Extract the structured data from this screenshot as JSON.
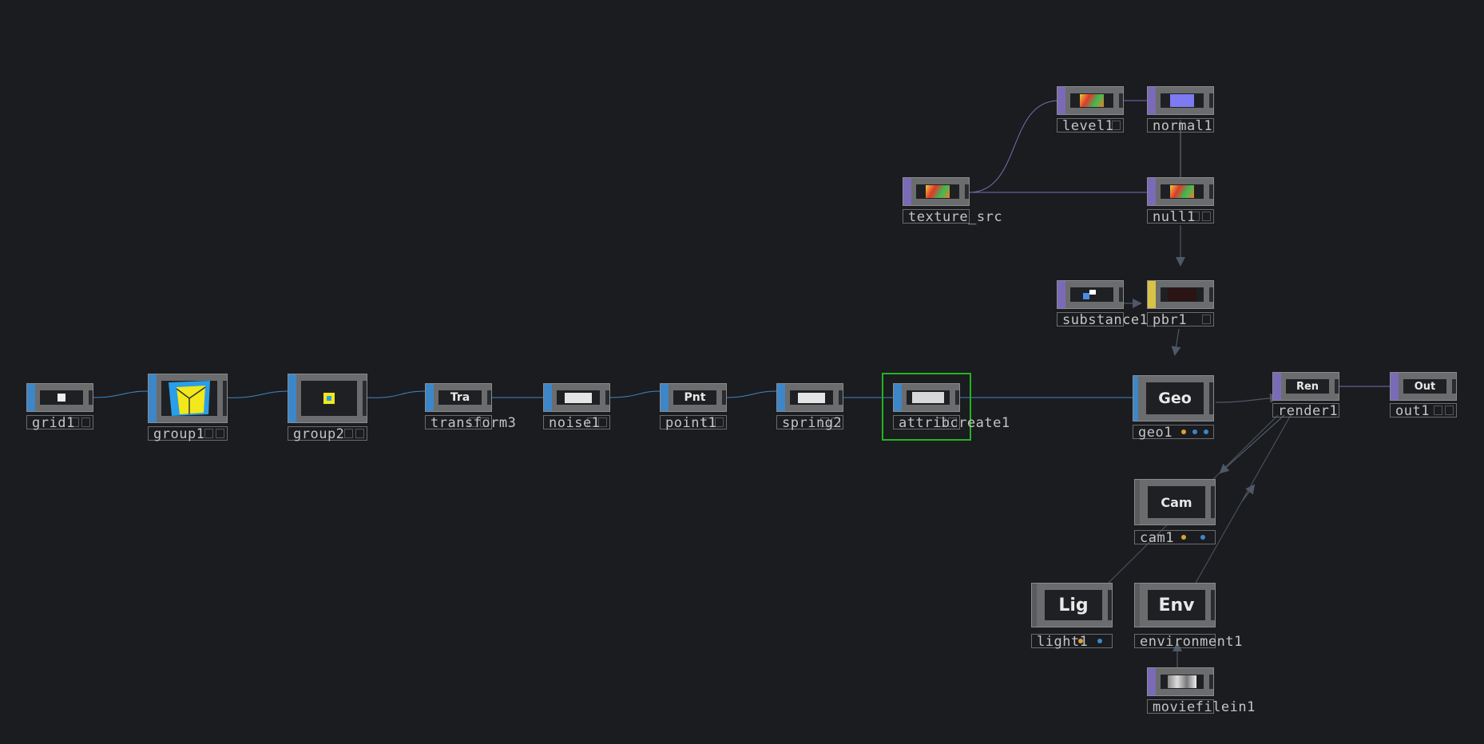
{
  "nodes": {
    "grid1": {
      "label": "grid1"
    },
    "group1": {
      "label": "group1"
    },
    "group2": {
      "label": "group2"
    },
    "transform3": {
      "label": "transform3",
      "chip": "Tra"
    },
    "noise1": {
      "label": "noise1"
    },
    "point1": {
      "label": "point1",
      "chip": "Pnt"
    },
    "spring2": {
      "label": "spring2"
    },
    "attribcreate1": {
      "label": "attribcreate1"
    },
    "geo1": {
      "label": "geo1",
      "chip": "Geo"
    },
    "render1": {
      "label": "render1",
      "chip": "Ren"
    },
    "out1": {
      "label": "out1",
      "chip": "Out"
    },
    "level1": {
      "label": "level1"
    },
    "normal1": {
      "label": "normal1"
    },
    "texture_src": {
      "label": "texture_src"
    },
    "null1": {
      "label": "null1"
    },
    "substance1": {
      "label": "substance1"
    },
    "pbr1": {
      "label": "pbr1"
    },
    "cam1": {
      "label": "cam1",
      "chip": "Cam"
    },
    "light1": {
      "label": "light1",
      "chip": "Lig"
    },
    "environment1": {
      "label": "environment1",
      "chip": "Env"
    },
    "moviefilein1": {
      "label": "moviefilein1"
    }
  },
  "colors": {
    "background": "#1b1c1f",
    "sop_wire": "#3d86c8",
    "top_wire": "#7b6ab8",
    "comp_wire": "#6b7480",
    "selection": "#22b522"
  },
  "selected_node": "attribcreate1"
}
